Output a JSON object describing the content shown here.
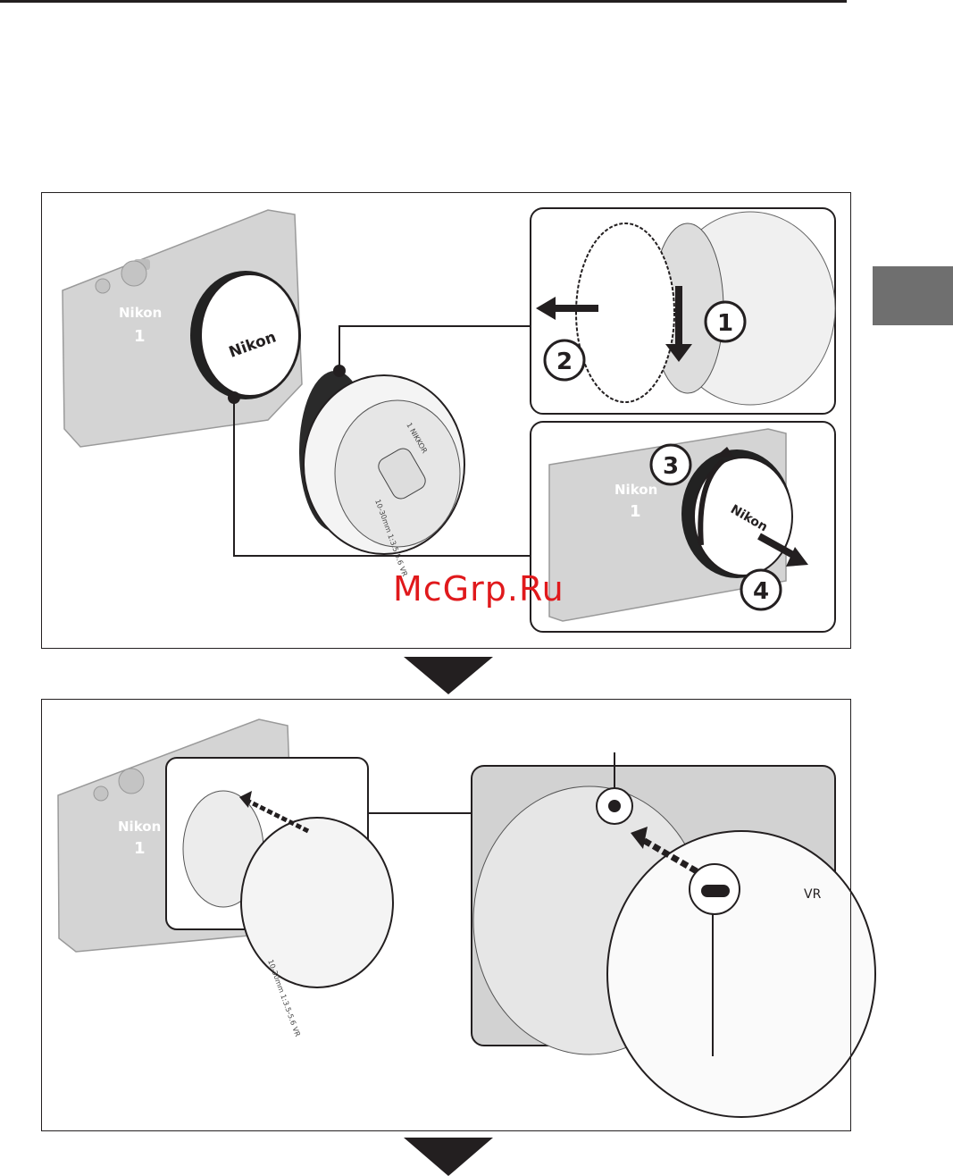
{
  "watermark": "McGrp.Ru",
  "panel1": {
    "camera_brand": "Nikon",
    "camera_model": "1",
    "body_cap_brand": "Nikon",
    "lens_brand": "1 NIKKOR",
    "lens_spec": "10-30mm 1:3.5-5.6 VR",
    "step_numbers": [
      "1",
      "2",
      "3",
      "4"
    ]
  },
  "panel2": {
    "camera_brand": "Nikon",
    "camera_model": "1",
    "lens_spec": "10-30mm 1:3.5-5.6 VR",
    "lens_mark": "VR"
  },
  "colors": {
    "line": "#231f20",
    "camera_fill": "#cfcfcf",
    "section_tab": "#6f6f6f",
    "watermark": "#e0191c"
  }
}
